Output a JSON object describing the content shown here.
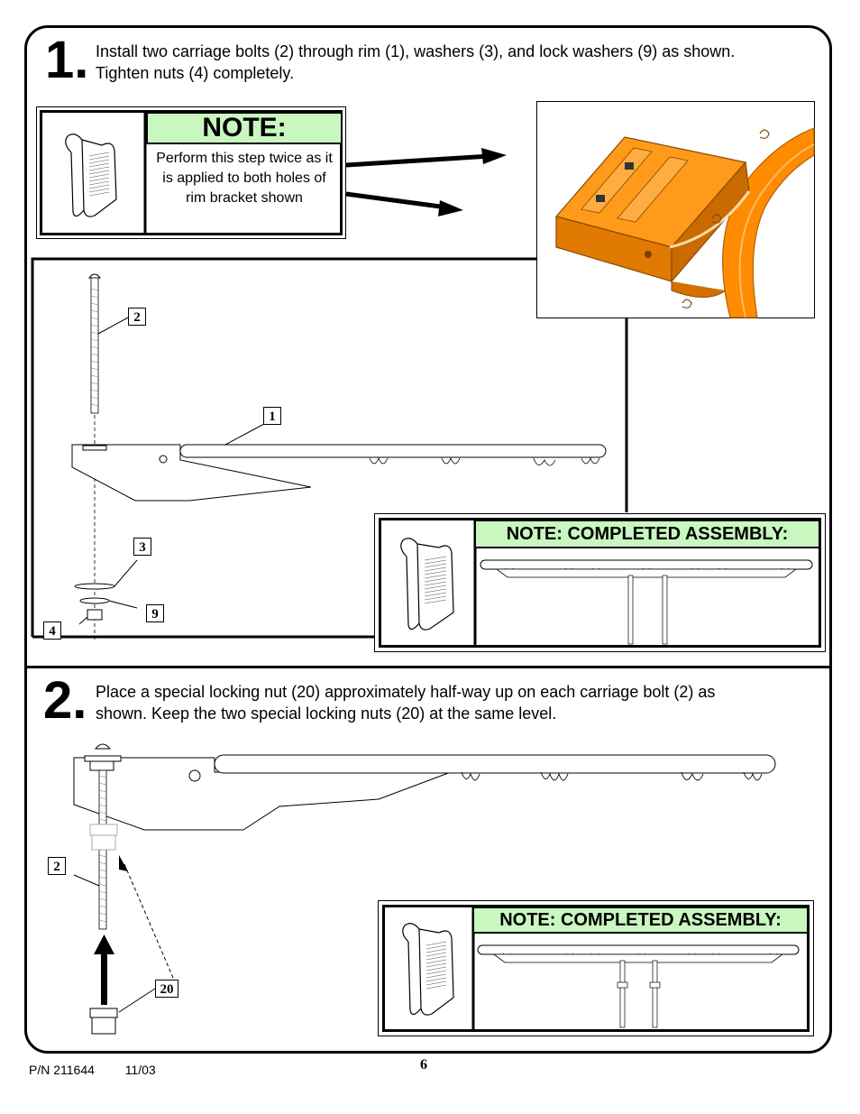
{
  "step1": {
    "number": "1.",
    "line1": "Install two carriage bolts (2) through rim (1), washers (3), and lock washers (9) as shown.",
    "line2": "Tighten nuts (4) completely."
  },
  "note1": {
    "header": "NOTE:",
    "body": "Perform this step twice as it is applied to both holes of rim bracket shown"
  },
  "completed1": {
    "header": "NOTE: COMPLETED ASSEMBLY:"
  },
  "step2": {
    "number": "2.",
    "line1": "Place a special locking nut (20) approximately half-way up on each carriage bolt (2) as",
    "line2": "shown. Keep the two special locking nuts (20) at the same level."
  },
  "completed2": {
    "header": "NOTE: COMPLETED ASSEMBLY:"
  },
  "callouts": {
    "s1_bolt": "2",
    "s1_rim": "1",
    "s1_washer": "3",
    "s1_lockwasher": "9",
    "s1_nut": "4",
    "s2_bolt": "2",
    "s2_locknut": "20"
  },
  "footer": {
    "part_number": "P/N 211644",
    "date": "11/03",
    "page": "6"
  },
  "colors": {
    "note_green": "#c9f7c0",
    "rim_orange": "#ff8c00"
  }
}
